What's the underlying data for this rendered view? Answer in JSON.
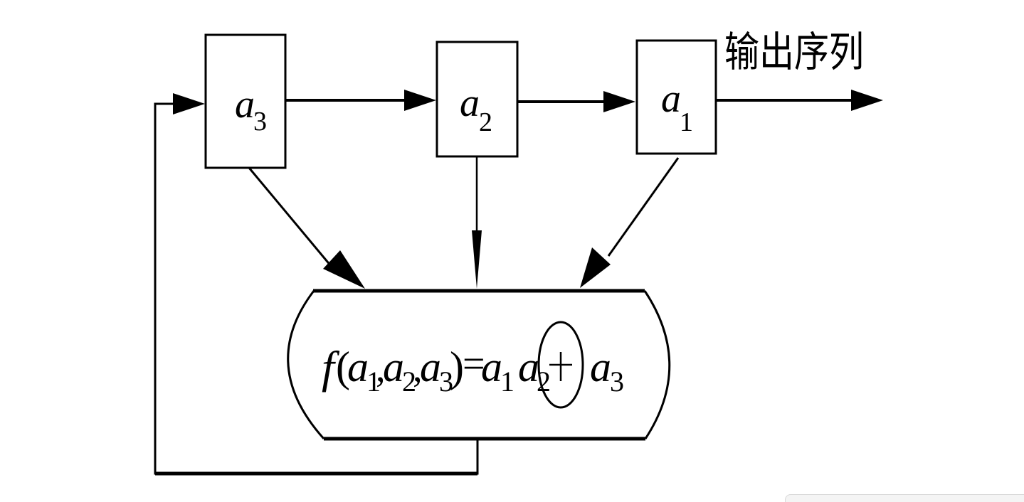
{
  "diagram": {
    "type": "feedback shift register",
    "output_label": "输出序列",
    "registers": [
      {
        "id": "a3",
        "var": "a",
        "index": "3"
      },
      {
        "id": "a2",
        "var": "a",
        "index": "2"
      },
      {
        "id": "a1",
        "var": "a",
        "index": "1"
      }
    ],
    "function_box": {
      "fname": "f",
      "args": [
        {
          "var": "a",
          "index": "1"
        },
        {
          "var": "a",
          "index": "2"
        },
        {
          "var": "a",
          "index": "3"
        }
      ],
      "equals": "=",
      "rhs_terms": [
        {
          "var": "a",
          "index": "1"
        },
        {
          "var": "a",
          "index": "2"
        }
      ],
      "operator": "+",
      "rhs_last": {
        "var": "a",
        "index": "3"
      },
      "punct": {
        "open": "(",
        "close": ")",
        "comma": ","
      }
    },
    "connections": [
      "a3 -> a2",
      "a2 -> a1",
      "a1 -> output",
      "a3 -> f",
      "a2 -> f",
      "a1 -> f",
      "f -> a3 (feedback)"
    ]
  }
}
